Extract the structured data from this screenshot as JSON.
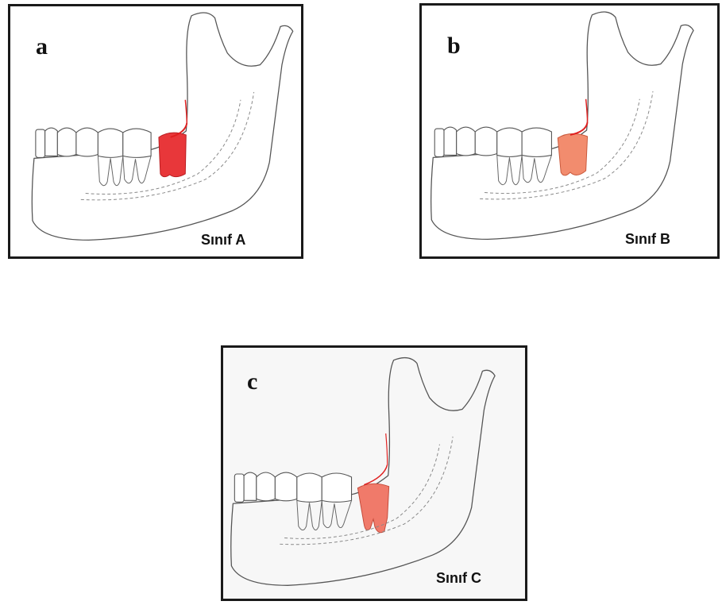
{
  "panels": [
    {
      "letter": "a",
      "caption": "Sınıf A"
    },
    {
      "letter": "b",
      "caption": "Sınıf B"
    },
    {
      "letter": "c",
      "caption": "Sınıf C"
    }
  ],
  "colors": {
    "impacted_tooth_a": "#e8373a",
    "impacted_tooth_b": "#f28c6e",
    "impacted_tooth_c": "#f07a6a",
    "ramus_line": "#e02020"
  }
}
